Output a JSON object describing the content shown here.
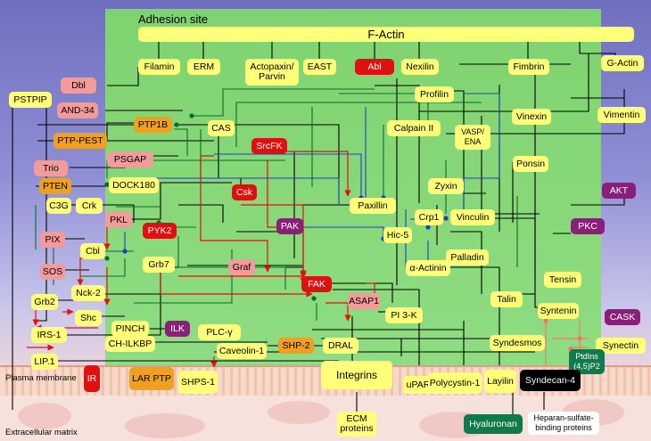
{
  "title": "Adhesion site",
  "labels": {
    "membrane": "Plasma membrane",
    "ecm": "Extracellular matrix"
  },
  "nodes": {
    "factin": "F-Actin",
    "filamin": "Filamin",
    "erm": "ERM",
    "actopaxin": "Actopaxin/\nParvin",
    "east": "EAST",
    "abl": "Abl",
    "nexilin": "Nexilin",
    "fimbrin": "Fimbrin",
    "gactin": "G-Actin",
    "pstpip": "PSTPIP",
    "dbl": "Dbl",
    "profilin": "Profilin",
    "and34": "AND-34",
    "vimentin": "Vimentin",
    "ptp1b": "PTP1B",
    "cas": "CAS",
    "calpain": "Calpain II",
    "vinexin": "Vinexin",
    "vasp": "VASP/\nENA",
    "ptppest": "PTP-PEST",
    "srcfk": "SrcFK",
    "psgap": "PSGAP",
    "ponsin": "Ponsin",
    "trio": "Trio",
    "pten": "PTEN",
    "dock180": "DOCK180",
    "zyxin": "Zyxin",
    "akt": "AKT",
    "csk": "Csk",
    "c3g": "C3G",
    "crk": "Crk",
    "paxillin": "Paxillin",
    "crp1": "Crp1",
    "vinculin": "Vinculin",
    "pkl": "PKL",
    "pyk2": "PYK2",
    "pak": "PAK",
    "hic5": "Hic-5",
    "pkc": "PKC",
    "pix": "PIX",
    "cbl": "Cbl",
    "grb7": "Grb7",
    "actinin": "α-Actinin",
    "palladin": "Palladin",
    "sos": "SOS",
    "graf": "Graf",
    "fak": "FAK",
    "tensin": "Tensin",
    "grb2": "Grb2",
    "nck2": "Nck-2",
    "asap1": "ASAP1",
    "talin": "Talin",
    "pi3k": "PI 3-K",
    "syntenin": "Syntenin",
    "shc": "Shc",
    "pinch": "PINCH",
    "ilk": "ILK",
    "plcg": "PLC-γ",
    "cask": "CASK",
    "irs1": "IRS-1",
    "chilkbp": "CH-ILKBP",
    "shp2": "SHP-2",
    "dral": "DRAL",
    "syndesmos": "Syndesmos",
    "syndectin": "Synectin",
    "lip1": "LIP.1",
    "caveolin": "Caveolin-1",
    "ptdins": "PtdIns\n(4,5)P2",
    "ir": "IR",
    "larptp": "LAR PTP",
    "shps1": "SHPS-1",
    "integrins": "Integrins",
    "upar": "uPAR",
    "polycystin": "Polycystin-1",
    "layilin": "Layilin",
    "syndecan": "Syndecan-4",
    "ecmprot": "ECM\nproteins",
    "hyaluronan": "Hyaluronan",
    "hsbp": "Heparan-sulfate-\nbinding proteins"
  }
}
